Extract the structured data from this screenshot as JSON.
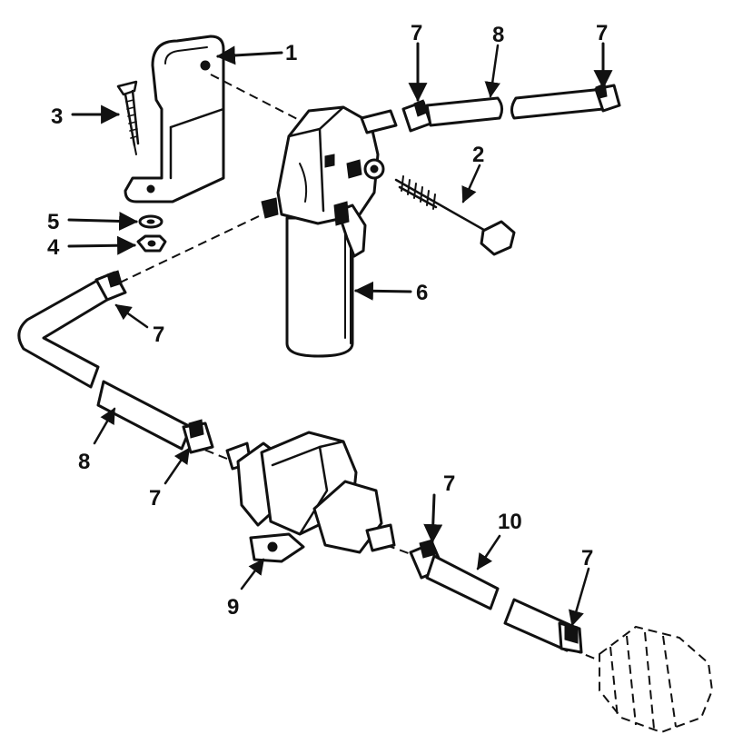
{
  "diagram": {
    "callouts": [
      {
        "id": "callout-1",
        "text": "1"
      },
      {
        "id": "callout-2",
        "text": "2"
      },
      {
        "id": "callout-3",
        "text": "3"
      },
      {
        "id": "callout-4",
        "text": "4"
      },
      {
        "id": "callout-5",
        "text": "5"
      },
      {
        "id": "callout-6",
        "text": "6"
      },
      {
        "id": "callout-7a",
        "text": "7"
      },
      {
        "id": "callout-7b",
        "text": "7"
      },
      {
        "id": "callout-7c",
        "text": "7"
      },
      {
        "id": "callout-7d",
        "text": "7"
      },
      {
        "id": "callout-7e",
        "text": "7"
      },
      {
        "id": "callout-7f",
        "text": "7"
      },
      {
        "id": "callout-8a",
        "text": "8"
      },
      {
        "id": "callout-8b",
        "text": "8"
      },
      {
        "id": "callout-9",
        "text": "9"
      },
      {
        "id": "callout-10",
        "text": "10"
      }
    ]
  }
}
